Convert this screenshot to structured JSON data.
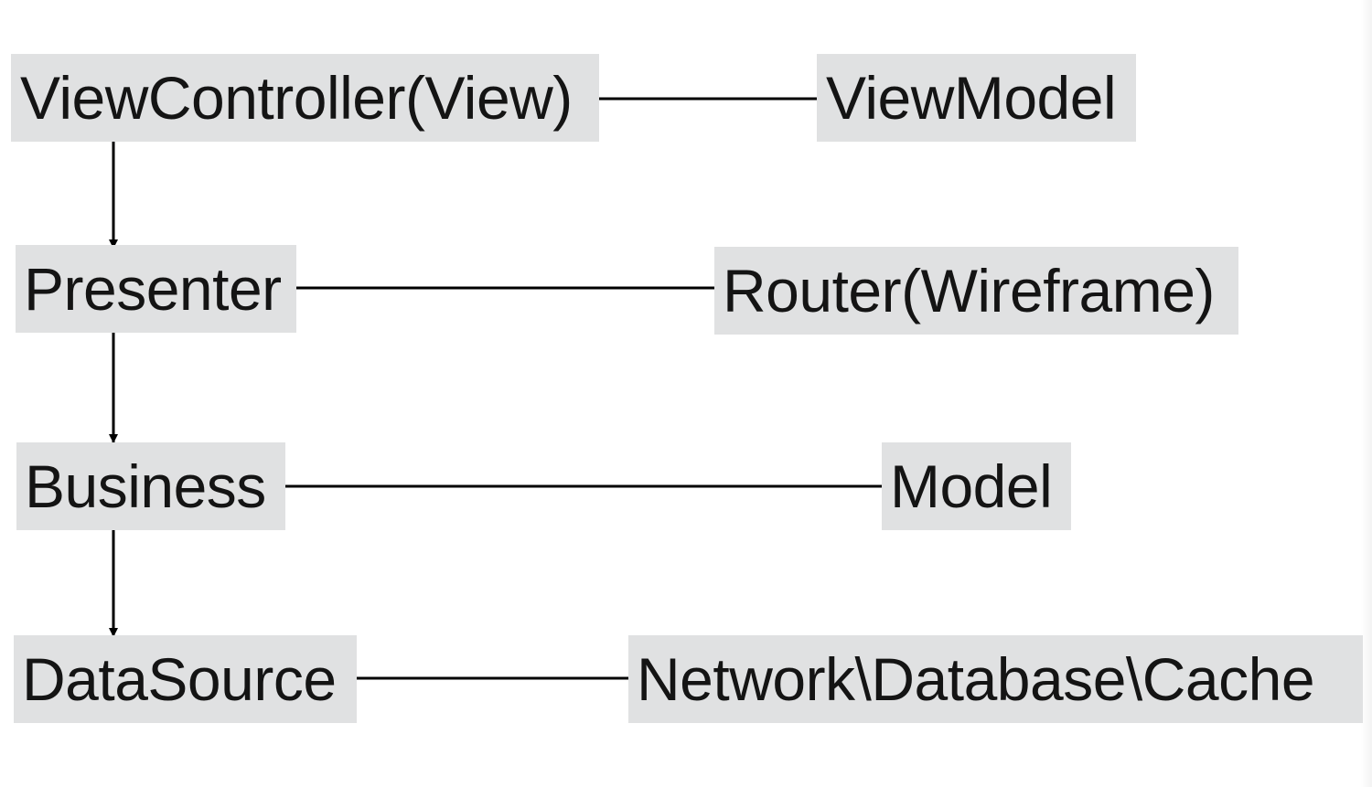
{
  "diagram": {
    "nodes": {
      "viewcontroller": "ViewController(View)",
      "viewmodel": "ViewModel",
      "presenter": "Presenter",
      "router": "Router(Wireframe)",
      "business": "Business",
      "model": "Model",
      "datasource": "DataSource",
      "network": "Network\\Database\\Cache"
    },
    "edges": [
      {
        "from": "viewcontroller",
        "to": "presenter",
        "style": "arrow"
      },
      {
        "from": "presenter",
        "to": "business",
        "style": "arrow"
      },
      {
        "from": "business",
        "to": "datasource",
        "style": "arrow"
      },
      {
        "from": "viewcontroller",
        "to": "viewmodel",
        "style": "line"
      },
      {
        "from": "presenter",
        "to": "router",
        "style": "line"
      },
      {
        "from": "business",
        "to": "model",
        "style": "line"
      },
      {
        "from": "datasource",
        "to": "network",
        "style": "line"
      }
    ],
    "colors": {
      "node_fill": "#e0e1e2",
      "text": "#141414",
      "line": "#000000"
    }
  }
}
